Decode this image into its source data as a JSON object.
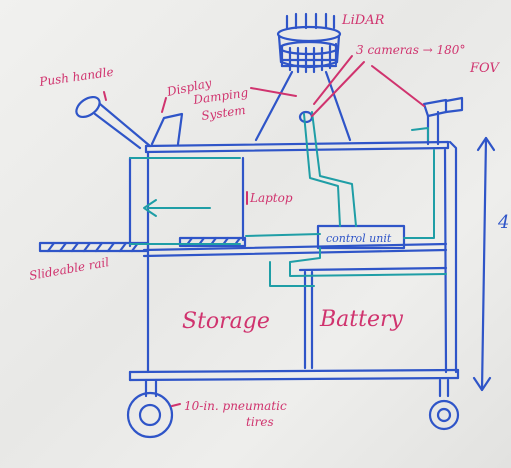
{
  "colors": {
    "blue": "#2f55c8",
    "teal": "#1f9ea6",
    "pink": "#d0336e",
    "board": "#ececea"
  },
  "labels": {
    "lidar": "LiDAR",
    "cameras": "3 cameras → 180°",
    "fov": "FOV",
    "push_handle": "Push handle",
    "display": "Display",
    "damping_1": "Damping",
    "damping_2": "System",
    "laptop": "Laptop",
    "control_unit": "control unit",
    "slideable_rail": "Slideable rail",
    "storage": "Storage",
    "battery": "Battery",
    "tires_1": "10-in. pneumatic",
    "tires_2": "tires",
    "height": "4"
  }
}
